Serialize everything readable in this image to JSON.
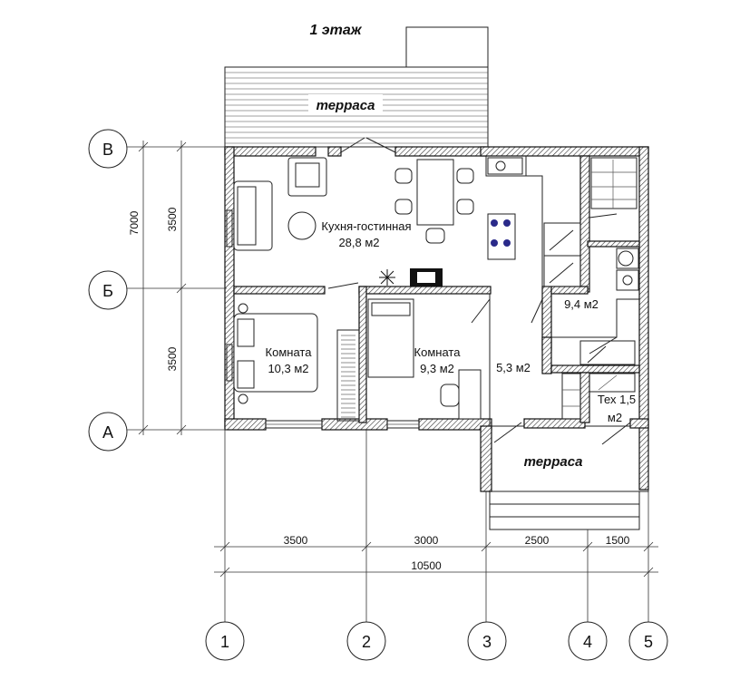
{
  "floor_title": "1 этаж",
  "terrace_top": "терраса",
  "terrace_bottom": "терраса",
  "rooms": {
    "kitchen_name": "Кухня-гостинная",
    "kitchen_area": "28,8 м2",
    "room1_name": "Комната",
    "room1_area": "10,3 м2",
    "room2_name": "Комната",
    "room2_area": "9,3 м2",
    "hall_area": "5,3 м2",
    "bath_area": "9,4 м2",
    "tech_name": "Тех 1,5",
    "tech_area": "м2"
  },
  "axes_rows": [
    "В",
    "Б",
    "А"
  ],
  "axes_cols": [
    "1",
    "2",
    "3",
    "4",
    "5"
  ],
  "dims": {
    "left_total": "7000",
    "left_top": "3500",
    "left_bottom": "3500",
    "seg1": "3500",
    "seg2": "3000",
    "seg3": "2500",
    "seg4": "1500",
    "total": "10500"
  }
}
